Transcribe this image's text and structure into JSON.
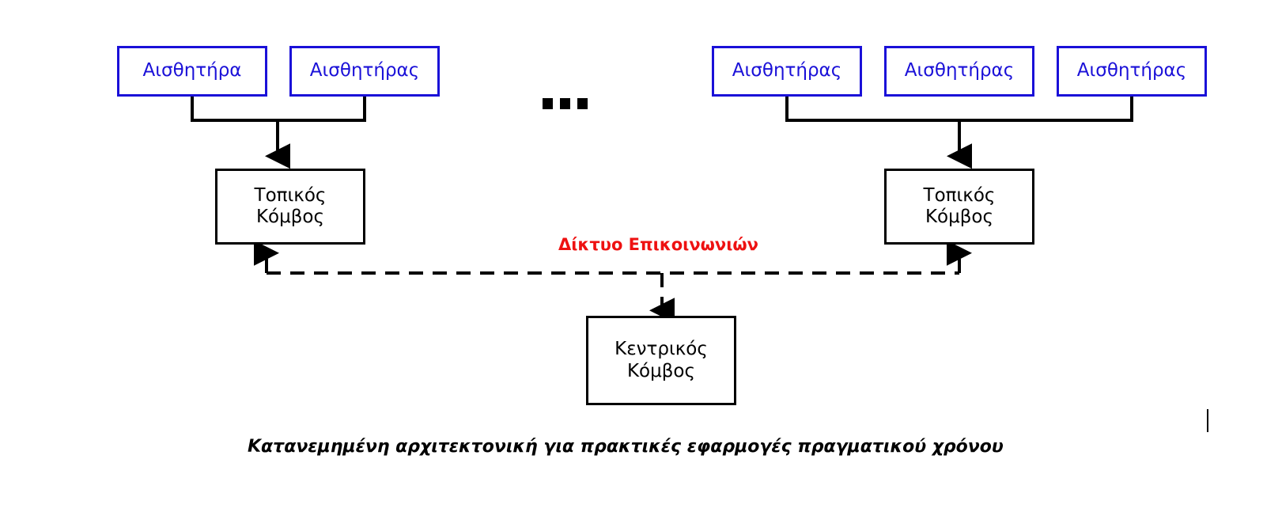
{
  "diagram": {
    "title_caption": "Κατανεμημένη αρχιτεκτονική για πρακτικές εφαρμογές πραγματικού χρόνου",
    "network_label": "Δίκτυο Επικοινωνιών",
    "ellipsis": "...",
    "colors": {
      "sensor_border": "#1a10d8",
      "sensor_text": "#1a10d8",
      "node_border": "#000000",
      "node_text": "#000000",
      "network_label": "#ee1111",
      "connector": "#000000",
      "background": "#ffffff"
    },
    "left_group": {
      "sensors": [
        {
          "label": "Αισθητήρα"
        },
        {
          "label": "Αισθητήρας"
        }
      ],
      "local_node": {
        "line1": "Τοπικός",
        "line2": "Κόμβος"
      }
    },
    "right_group": {
      "sensors": [
        {
          "label": "Αισθητήρας"
        },
        {
          "label": "Αισθητήρας"
        },
        {
          "label": "Αισθητήρας"
        }
      ],
      "local_node": {
        "line1": "Τοπικός",
        "line2": "Κόμβος"
      }
    },
    "central_node": {
      "line1": "Κεντρικός",
      "line2": "Κόμβος"
    }
  }
}
